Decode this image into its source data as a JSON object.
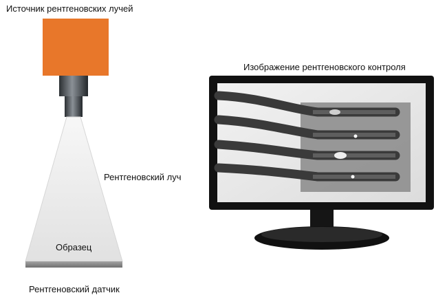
{
  "labels": {
    "source": "Источник рентгеновских лучей",
    "beam": "Рентгеновский луч",
    "sample": "Образец",
    "detector": "Рентгеновский датчик",
    "monitor": "Изображение рентгеновского контроля"
  },
  "colors": {
    "source_body": "#e8772a",
    "nozzle": "#3a3f44",
    "beam": "#e6e6e6",
    "detector": "#8c8c8c",
    "monitor_frame": "#111111"
  }
}
